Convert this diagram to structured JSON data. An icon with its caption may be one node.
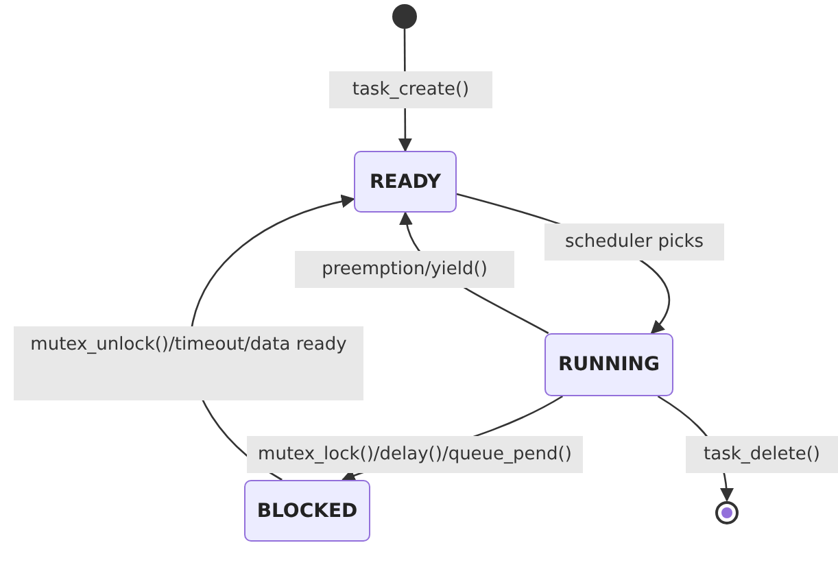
{
  "diagram": {
    "nodes": [
      {
        "text": [],
        "shape": "circle"
      },
      {
        "text": [
          "READY"
        ]
      },
      {
        "text": [
          "RUNNING"
        ]
      },
      {
        "text": [
          "BLOCKED"
        ]
      },
      {
        "text": [],
        "shape": "circle"
      }
    ],
    "edges": [
      {
        "from": 0,
        "to": 1,
        "arrow": "to",
        "label": "task_create()"
      },
      {
        "from": 1,
        "to": 2,
        "arrow": "to",
        "label": "scheduler picks"
      },
      {
        "from": 2,
        "to": 1,
        "arrow": "to",
        "label": "preemption/yield()"
      },
      {
        "from": 2,
        "to": 3,
        "arrow": "to",
        "label": "mutex_lock()/delay()/queue_pend()"
      },
      {
        "from": 3,
        "to": 1,
        "arrow": "to",
        "label": "mutex_unlock()/timeout/data ready"
      },
      {
        "from": 2,
        "to": 4,
        "arrow": "to",
        "label": "task_delete()"
      }
    ]
  }
}
